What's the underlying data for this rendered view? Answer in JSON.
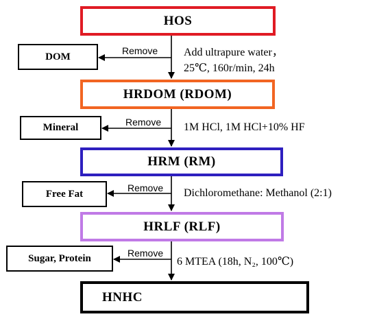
{
  "main_boxes": [
    {
      "text": "HOS",
      "color": "#e01b24"
    },
    {
      "text": "HRDOM (RDOM)",
      "color": "#f26522"
    },
    {
      "text": "HRM (RM)",
      "color": "#2e1fbf"
    },
    {
      "text": "HRLF (RLF)",
      "color": "#c07ae6"
    },
    {
      "text": "HNHC",
      "color": "#000000"
    }
  ],
  "side_boxes": [
    "DOM",
    "Mineral",
    "Free Fat",
    "Sugar, Protein"
  ],
  "remove_label": "Remove",
  "conditions": [
    [
      "Add ultrapure water，",
      "25℃, 160r/min, 24h"
    ],
    [
      "1M HCl, 1M HCl+10% HF"
    ],
    [
      "Dichloromethane: Methanol (2:1)"
    ],
    [
      "6 MTEA (18h, N₂, 100℃)"
    ]
  ]
}
